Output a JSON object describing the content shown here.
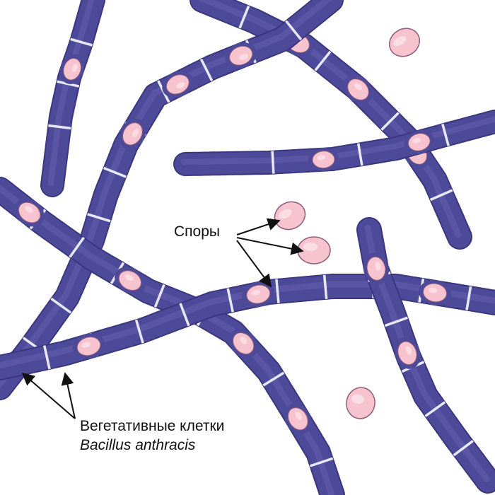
{
  "labels": {
    "spores": "Споры",
    "vegetative_line1": "Вегетативные клетки",
    "vegetative_line2": "Bacillus anthracis"
  },
  "colors": {
    "background": "#ffffff",
    "cell_body": "#4d4a99",
    "cell_shadow": "#3a367f",
    "cell_highlight": "#6a67b4",
    "septum": "#e9e8f6",
    "spore_fill": "#f6c3cf",
    "spore_highlight": "#fbe1e8",
    "spore_outline": "#8e5d7a",
    "arrow": "#111111"
  }
}
